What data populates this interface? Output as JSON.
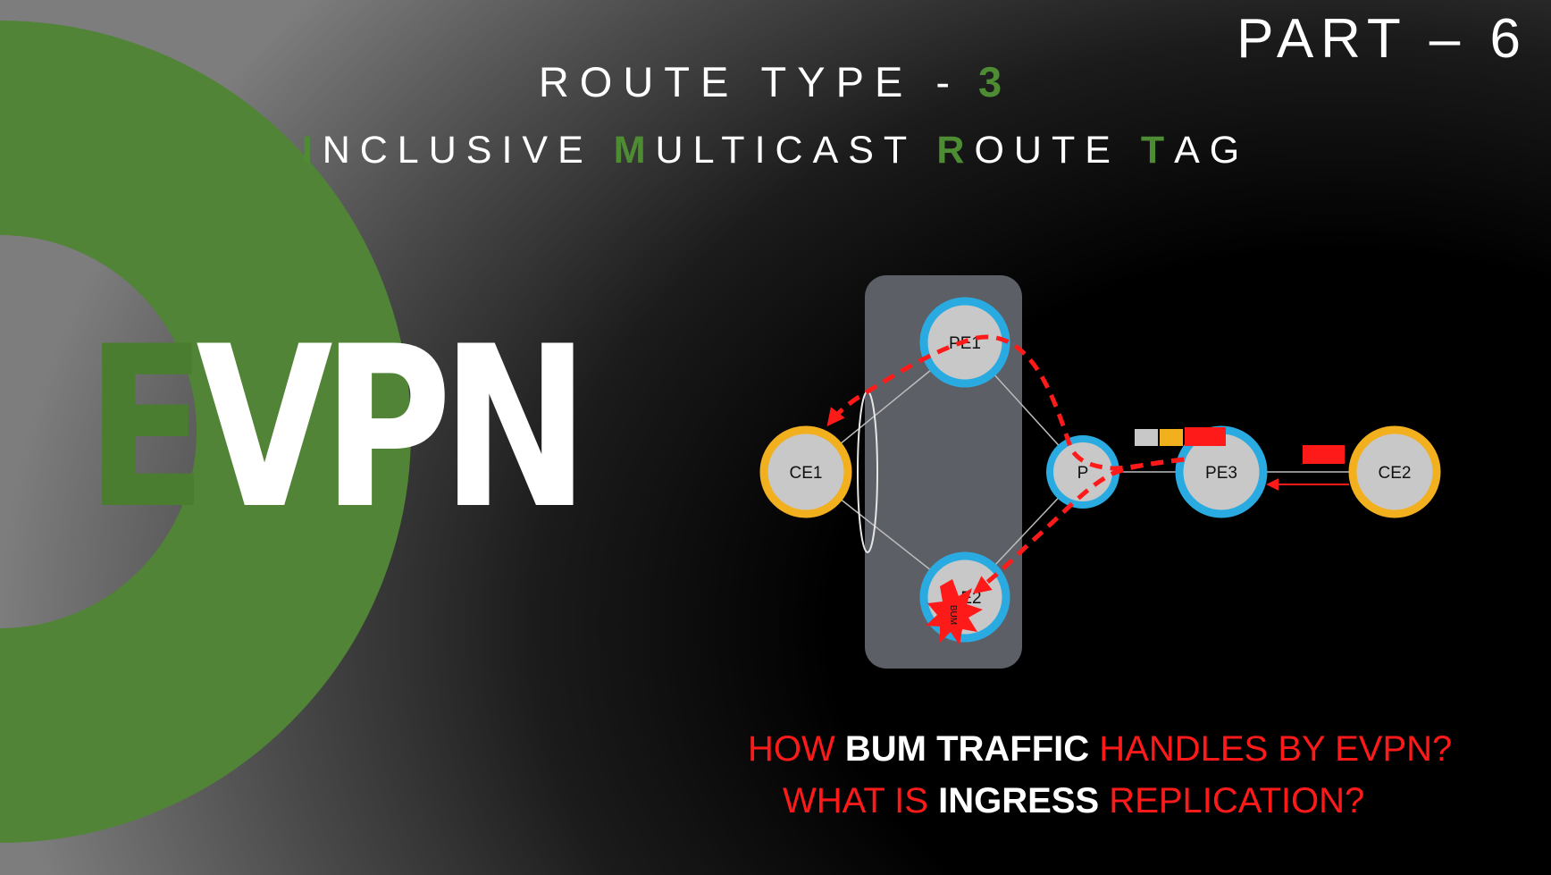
{
  "header": {
    "part": "PART – 6",
    "route_type_label": "ROUTE TYPE -",
    "route_type_number": "3",
    "subtitle": [
      "I",
      "NCLUSIVE ",
      "M",
      "ULTICAST ",
      "R",
      "OUTE ",
      "T",
      "AG"
    ]
  },
  "logo": {
    "first": "E",
    "rest": "VPN"
  },
  "diagram": {
    "nodes": {
      "pe1": "PE1",
      "pe2": "E2",
      "ce1": "CE1",
      "p": "P",
      "pe3": "PE3",
      "ce2": "CE2"
    },
    "burst_label": "BUM",
    "colors": {
      "pe_ring": "#29abe2",
      "ce_ring": "#f2b01e",
      "node_fill": "#c8c8c8",
      "esi_box": "#5d5f66",
      "flow": "#ff1a1a"
    }
  },
  "questions": [
    [
      "HOW ",
      "BUM TRAFFIC",
      " HANDLES BY EVPN?"
    ],
    [
      "WHAT IS ",
      "INGRESS",
      " REPLICATION?"
    ]
  ]
}
